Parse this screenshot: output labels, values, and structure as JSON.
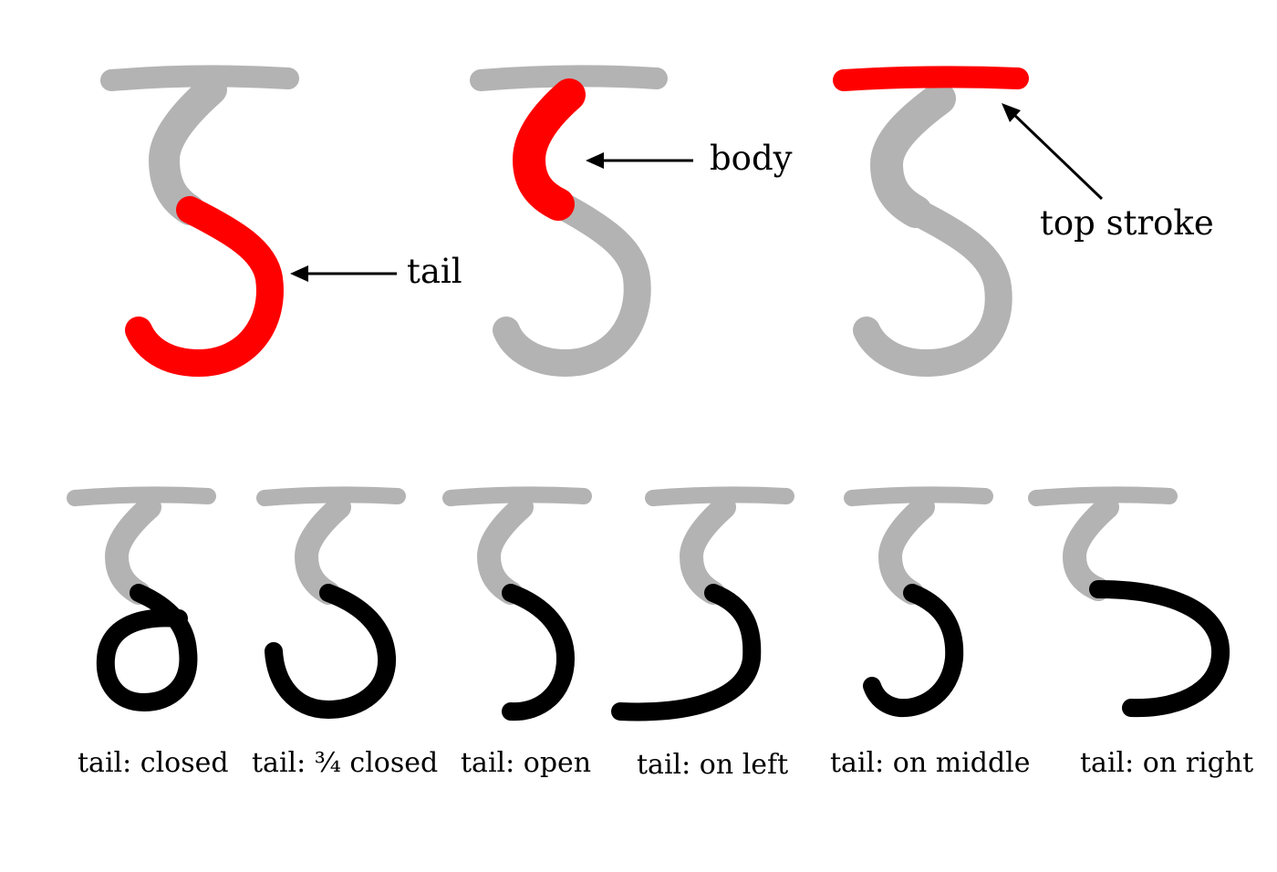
{
  "colors": {
    "base": "#b3b3b3",
    "highlight": "#ff0000",
    "variant": "#000000",
    "background": "#ffffff"
  },
  "top_row": [
    {
      "part": "tail",
      "label": "tail"
    },
    {
      "part": "body",
      "label": "body"
    },
    {
      "part": "top_stroke",
      "label": "top stroke"
    }
  ],
  "bottom_row": [
    {
      "variant": "closed",
      "caption": "tail: closed"
    },
    {
      "variant": "three_quarter_closed",
      "caption": "tail: ¾ closed"
    },
    {
      "variant": "open",
      "caption": "tail: open"
    },
    {
      "variant": "on_left",
      "caption": "tail: on left"
    },
    {
      "variant": "on_middle",
      "caption": "tail: on middle"
    },
    {
      "variant": "on_right",
      "caption": "tail: on right"
    }
  ]
}
